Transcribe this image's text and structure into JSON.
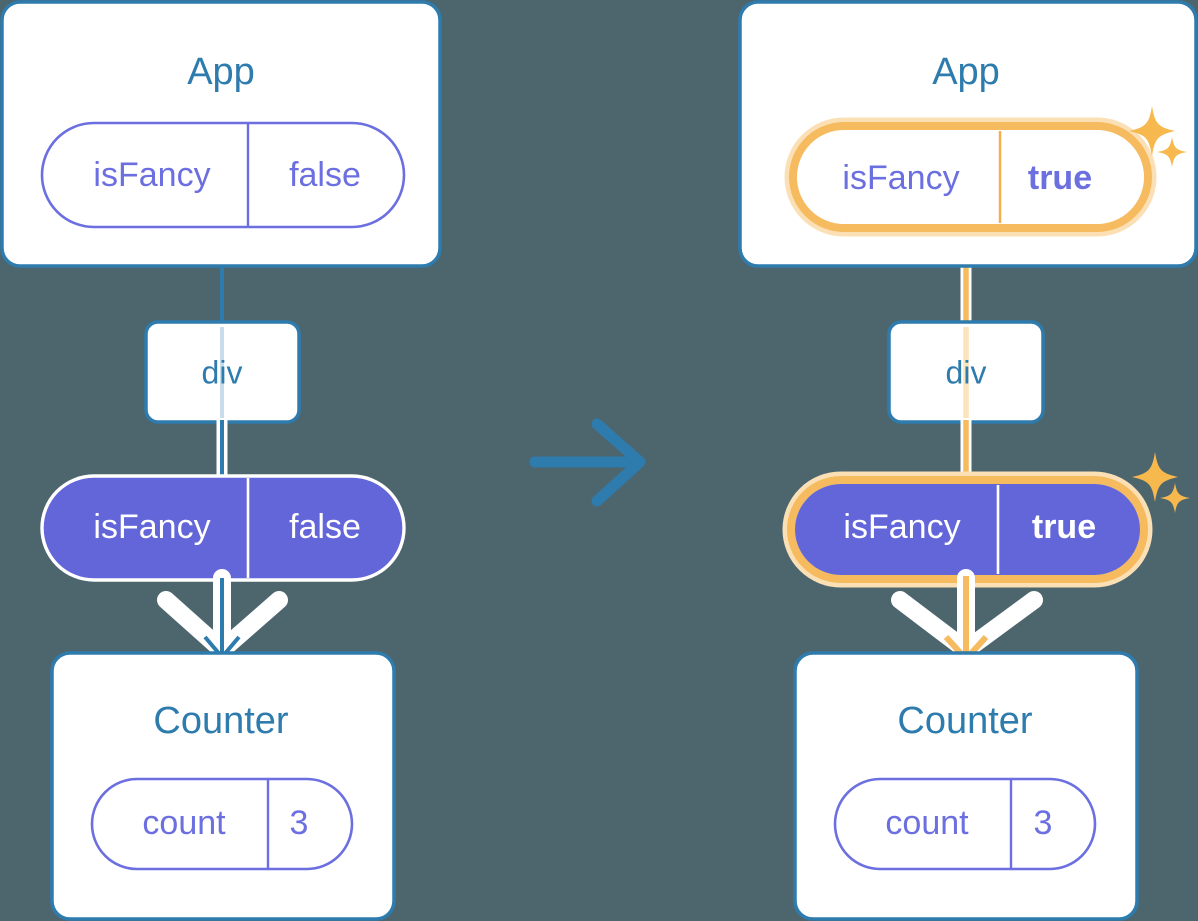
{
  "diagram": {
    "type": "react-state-propagation",
    "background_color": "#4d666e",
    "accent_blue": "#2e7bad",
    "accent_purple": "#6266d9",
    "accent_orange": "#f6ba5f",
    "glow_orange": "#fbe0b6",
    "transition_arrow": "arrow-right-icon"
  },
  "left": {
    "app": {
      "title": "App",
      "state": {
        "key": "isFancy",
        "value": "false",
        "highlighted": false
      }
    },
    "div": {
      "label": "div"
    },
    "prop": {
      "key": "isFancy",
      "value": "false",
      "highlighted": false
    },
    "counter": {
      "title": "Counter",
      "state": {
        "key": "count",
        "value": "3"
      }
    }
  },
  "right": {
    "app": {
      "title": "App",
      "state": {
        "key": "isFancy",
        "value": "true",
        "highlighted": true
      }
    },
    "div": {
      "label": "div"
    },
    "prop": {
      "key": "isFancy",
      "value": "true",
      "highlighted": true
    },
    "counter": {
      "title": "Counter",
      "state": {
        "key": "count",
        "value": "3"
      }
    }
  }
}
